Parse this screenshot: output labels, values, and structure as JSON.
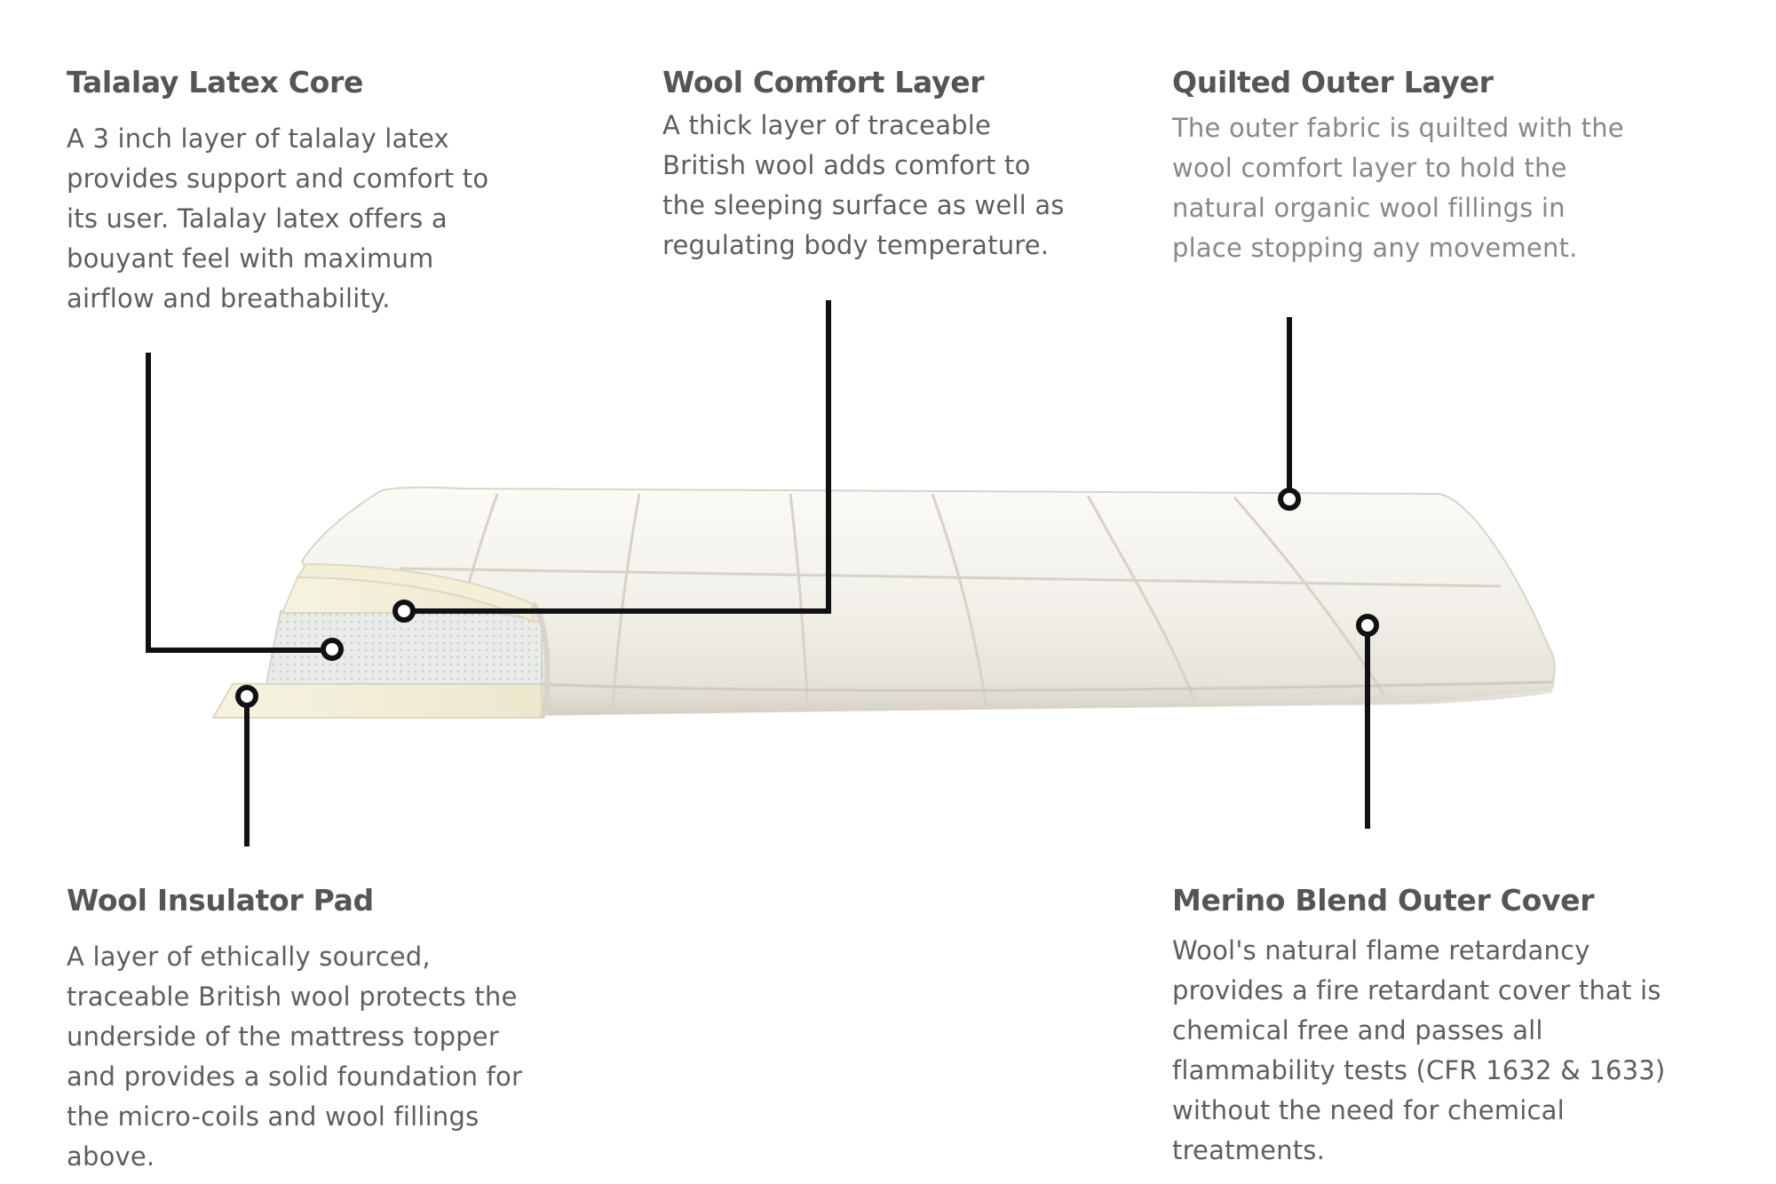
{
  "callouts": {
    "talalay_latex_core": {
      "title": "Talalay Latex Core",
      "lines": [
        "A 3 inch layer of talalay latex",
        "provides support and comfort to",
        "its user. Talalay latex offers a",
        "bouyant feel with maximum",
        "airflow and breathability."
      ]
    },
    "wool_comfort_layer": {
      "title": "Wool Comfort Layer",
      "lines": [
        "A thick layer of traceable",
        "British wool adds comfort to",
        "the sleeping surface as well as",
        "regulating body temperature."
      ]
    },
    "quilted_outer_layer": {
      "title": "Quilted Outer Layer",
      "lines": [
        "The outer fabric is quilted with the",
        "wool comfort layer to hold the",
        "natural organic wool fillings in",
        "place stopping any movement."
      ]
    },
    "wool_insulator_pad": {
      "title": "Wool Insulator Pad",
      "lines": [
        "A layer of ethically sourced,",
        "traceable British wool protects the",
        "underside of the mattress topper",
        "and provides a solid foundation for",
        "the micro-coils and wool fillings",
        "above."
      ]
    },
    "merino_blend_outer_cover": {
      "title": "Merino Blend Outer Cover",
      "lines": [
        "Wool's natural flame retardancy",
        "provides a fire retardant cover that is",
        "chemical free and passes all",
        "flammability tests (CFR 1632 & 1633)",
        "without the need for chemical",
        "treatments."
      ]
    }
  },
  "colors": {
    "leader_line": "#111111",
    "heading": "#555555",
    "body_text": "#5e5e5e",
    "light_text": "#888888",
    "quilt_fabric": "#f2f0ea",
    "latex_layer": "#f0ecd6",
    "coil_layer": "#e2e4e2"
  }
}
